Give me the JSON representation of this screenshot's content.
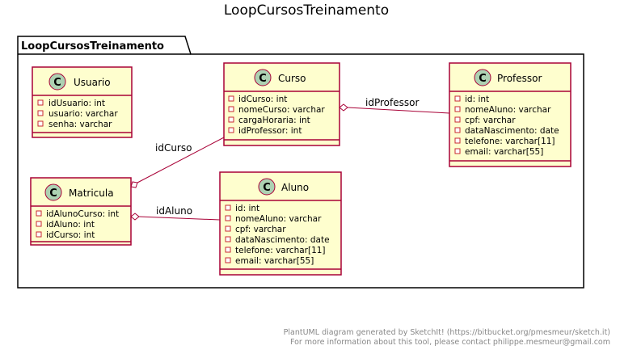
{
  "title": "LoopCursosTreinamento",
  "package": {
    "name": "LoopCursosTreinamento"
  },
  "classes": {
    "usuario": {
      "name": "Usuario",
      "badge": "C",
      "attributes": [
        "idUsuario: int",
        "usuario: varchar",
        "senha: varchar"
      ]
    },
    "curso": {
      "name": "Curso",
      "badge": "C",
      "attributes": [
        "idCurso: int",
        "nomeCurso: varchar",
        "cargaHoraria: int",
        "idProfessor: int"
      ]
    },
    "professor": {
      "name": "Professor",
      "badge": "C",
      "attributes": [
        "id: int",
        "nomeAluno: varchar",
        "cpf: varchar",
        "dataNascimento: date",
        "telefone: varchar[11]",
        "email: varchar[55]"
      ]
    },
    "matricula": {
      "name": "Matricula",
      "badge": "C",
      "attributes": [
        "idAlunoCurso: int",
        "idAluno: int",
        "idCurso: int"
      ]
    },
    "aluno": {
      "name": "Aluno",
      "badge": "C",
      "attributes": [
        "id: int",
        "nomeAluno: varchar",
        "cpf: varchar",
        "dataNascimento: date",
        "telefone: varchar[11]",
        "email: varchar[55]"
      ]
    }
  },
  "relations": {
    "idProfessor": "idProfessor",
    "idCurso": "idCurso",
    "idAluno": "idAluno"
  },
  "footer": {
    "line1": "PlantUML diagram generated by SketchIt! (https://bitbucket.org/pmesmeur/sketch.it)",
    "line2": "For more information about this tool, please contact philippe.mesmeur@gmail.com"
  },
  "colors": {
    "class_fill": "#FEFECE",
    "class_border": "#A80036",
    "badge_fill": "#ADD1B2",
    "footer_text": "#888888"
  }
}
